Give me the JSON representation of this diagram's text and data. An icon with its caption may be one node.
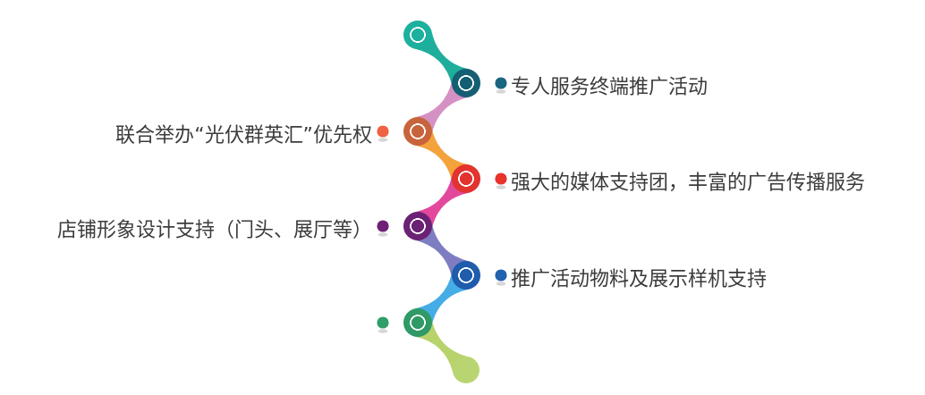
{
  "diagram": {
    "nodes": [
      {
        "text": [],
        "shape": "circle"
      },
      {
        "text": [],
        "shape": "circle",
        "beside": [
          "专人服务终端推广活动"
        ]
      },
      {
        "text": [],
        "shape": "circle",
        "beside": [
          "联合举办“光伏群英汇”优先权"
        ]
      },
      {
        "text": [],
        "shape": "circle",
        "beside": [
          "强大的媒体支持团，丰富的广告传播服务"
        ]
      },
      {
        "text": [],
        "shape": "circle",
        "beside": [
          "店铺形象设计支持（门头、展厅等）"
        ]
      },
      {
        "text": [],
        "shape": "circle",
        "beside": [
          "推广活动物料及展示样机支持"
        ]
      },
      {
        "text": [],
        "shape": "circle"
      },
      {
        "text": [],
        "shape": "circle"
      }
    ],
    "edges": [
      {
        "from": 0,
        "to": 1,
        "arrow": "none",
        "color": "#1fae9c"
      },
      {
        "from": 1,
        "to": 2,
        "arrow": "none",
        "color": "#d591c4"
      },
      {
        "from": 2,
        "to": 3,
        "arrow": "none",
        "color": "#f4a23c"
      },
      {
        "from": 3,
        "to": 4,
        "arrow": "none",
        "color": "#e2489b"
      },
      {
        "from": 4,
        "to": 5,
        "arrow": "none",
        "color": "#7e7dc2"
      },
      {
        "from": 5,
        "to": 6,
        "arrow": "none",
        "color": "#45ace6"
      },
      {
        "from": 6,
        "to": 7,
        "arrow": "none",
        "color": "#b8d36c"
      }
    ]
  }
}
